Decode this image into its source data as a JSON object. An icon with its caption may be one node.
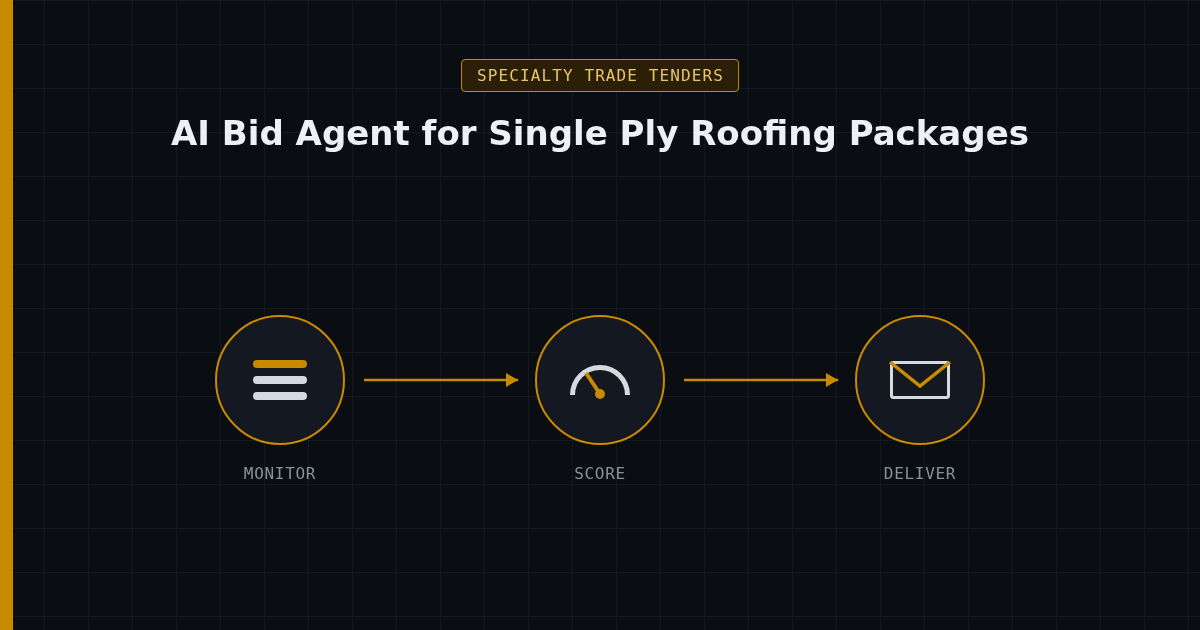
{
  "diagram": {
    "title": "AI Bid Agent for Single Ply Roofing Packages",
    "nodes": [
      {
        "text": [],
        "shape": "circle",
        "beside": [
          "MONITOR"
        ]
      },
      {
        "text": [],
        "shape": "circle",
        "beside": [
          "SCORE"
        ]
      },
      {
        "text": [],
        "shape": "circle",
        "beside": [
          "DELIVER"
        ]
      }
    ],
    "edges": [
      {
        "from": 0,
        "to": 1,
        "arrow": "to"
      },
      {
        "from": 1,
        "to": 2,
        "arrow": "to"
      }
    ],
    "labels": [
      "SPECIALTY TRADE TENDERS"
    ]
  }
}
